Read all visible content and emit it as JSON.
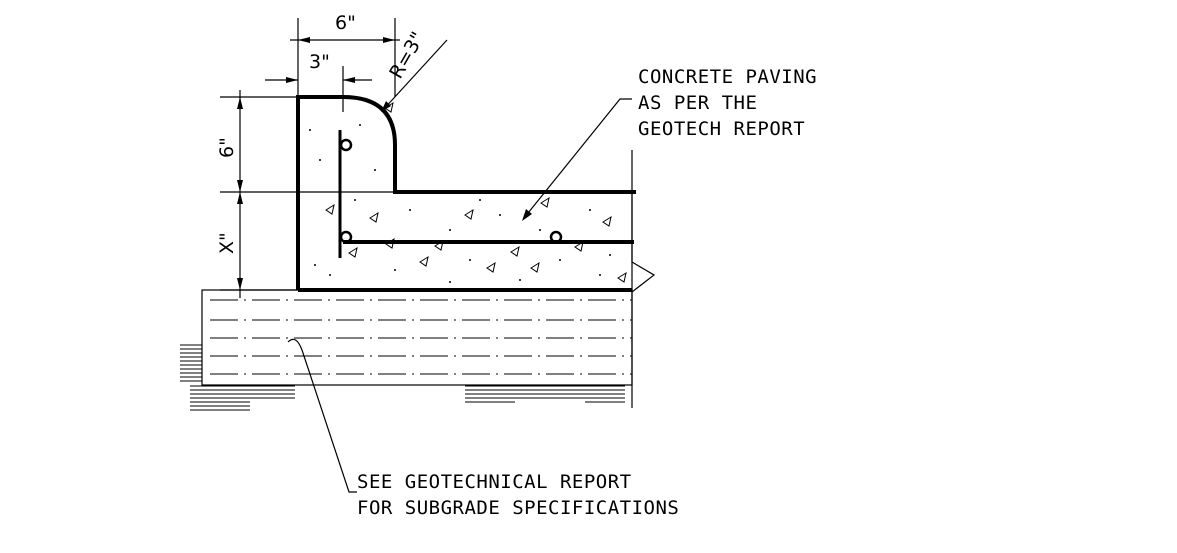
{
  "dimensions": {
    "top_width": "6\"",
    "half_width": "3\"",
    "radius": "R=3\"",
    "curb_height": "6\"",
    "slab_depth": "X\""
  },
  "notes": {
    "paving": [
      "CONCRETE PAVING",
      "AS PER THE",
      "GEOTECH  REPORT"
    ],
    "subgrade": [
      "SEE GEOTECHNICAL REPORT",
      "FOR SUBGRADE SPECIFICATIONS"
    ]
  }
}
